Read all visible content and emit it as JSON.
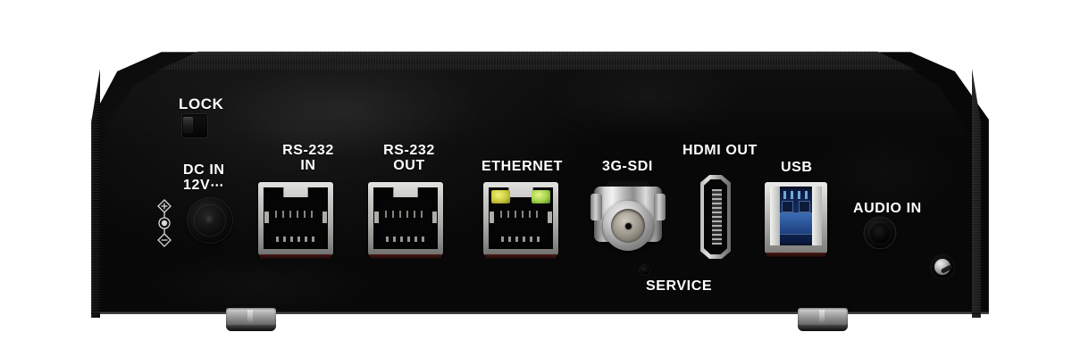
{
  "device": {
    "view": "rear panel",
    "chassis_color": "#0a0a0a",
    "background_color": "#ffffff",
    "accent_metal": "#c9c9c6",
    "led_color": "#c8c83a",
    "usb_insert_color": "#1d3f7e"
  },
  "labels": {
    "lock": "LOCK",
    "dc_in_line1": "DC  IN",
    "dc_in_line2": "12V",
    "dc_symbol": "⋯",
    "rs232_in_line1": "RS-232",
    "rs232_in_line2": "IN",
    "rs232_out_line1": "RS-232",
    "rs232_out_line2": "OUT",
    "ethernet": "ETHERNET",
    "sdi": "3G-SDI",
    "hdmi_out": "HDMI OUT",
    "usb": "USB",
    "audio_in": "AUDIO IN",
    "service": "SERVICE"
  },
  "icons": {
    "polarity": "dc-polarity-center-positive-icon",
    "lock_switch": "lock-slide-switch-icon",
    "service_hole": "service-pinhole-icon",
    "screw": "chassis-screw-icon",
    "foot": "rubber-foot-icon"
  },
  "ports": [
    {
      "name": "dc-in-jack",
      "label": "DC  IN 12V",
      "type": "barrel-jack"
    },
    {
      "name": "rs232-in-port",
      "label": "RS-232 IN",
      "type": "rj45"
    },
    {
      "name": "rs232-out-port",
      "label": "RS-232 OUT",
      "type": "rj45"
    },
    {
      "name": "ethernet-port",
      "label": "ETHERNET",
      "type": "rj45-with-leds"
    },
    {
      "name": "sdi-port",
      "label": "3G-SDI",
      "type": "bnc"
    },
    {
      "name": "hdmi-out-port",
      "label": "HDMI OUT",
      "type": "hdmi-type-a"
    },
    {
      "name": "usb-port",
      "label": "USB",
      "type": "usb-3-type-b"
    },
    {
      "name": "audio-in-port",
      "label": "AUDIO IN",
      "type": "3.5mm-jack"
    }
  ]
}
